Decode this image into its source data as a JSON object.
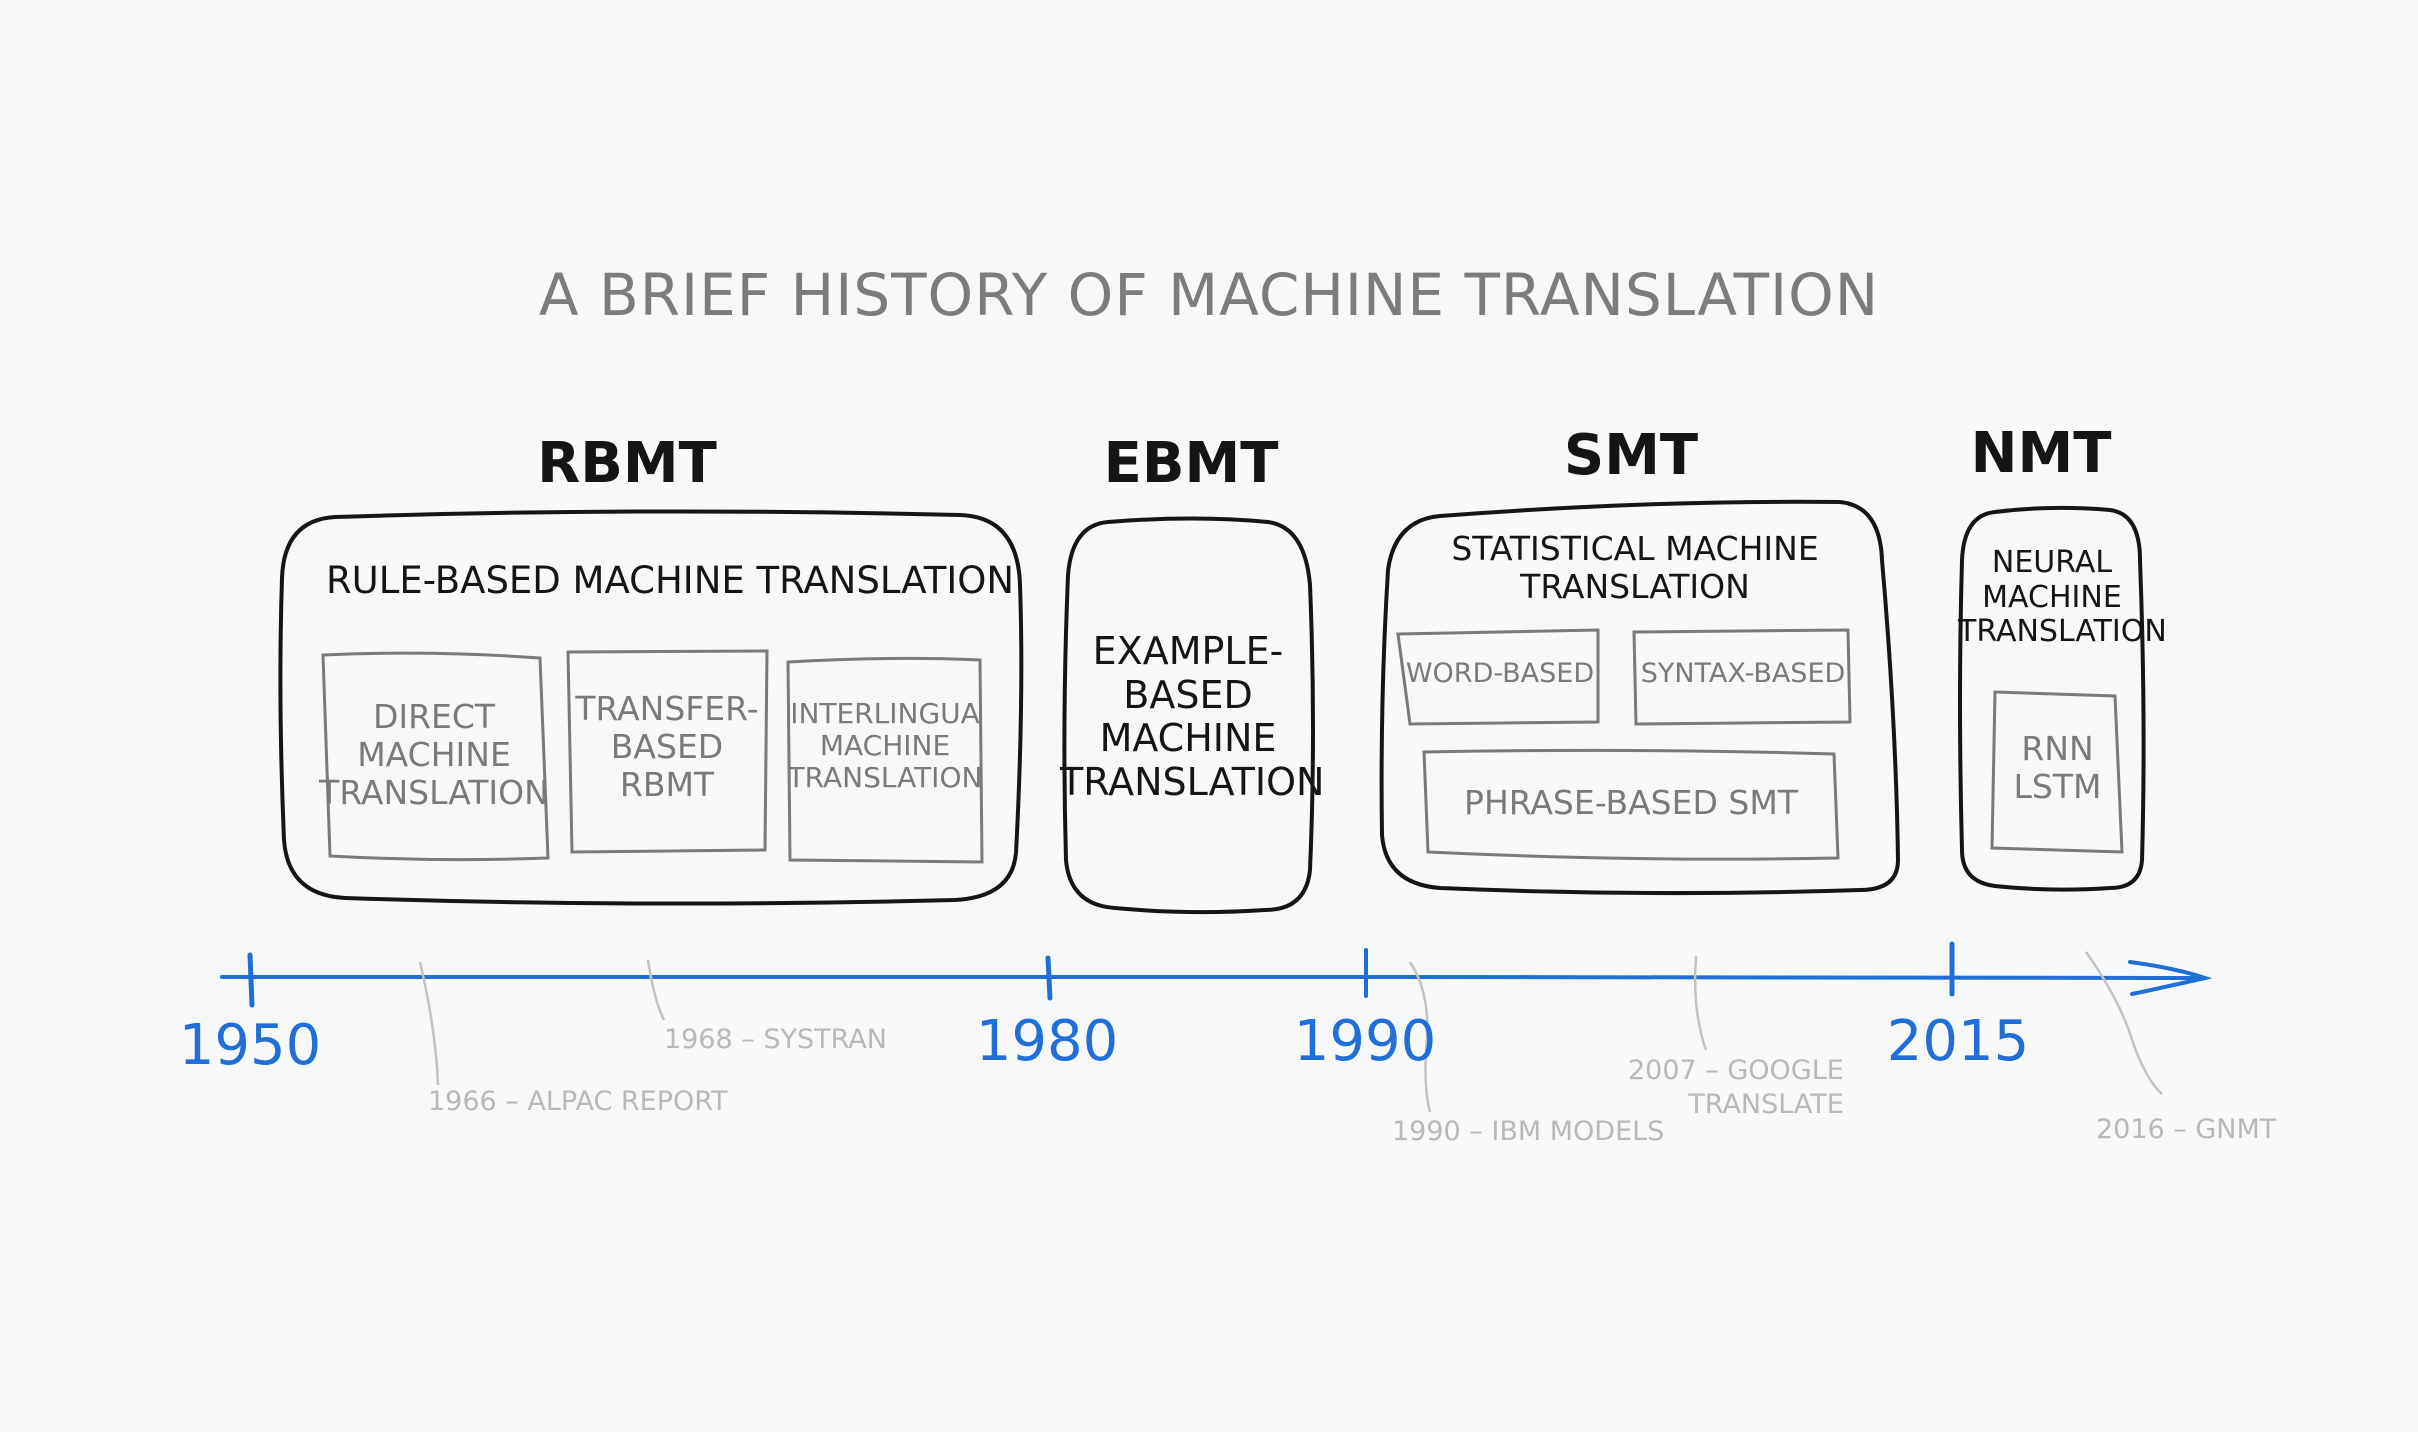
{
  "title": "A BRIEF HISTORY OF MACHINE TRANSLATION",
  "eras": {
    "rbmt": {
      "abbr": "RBMT",
      "name": "RULE-BASED MACHINE TRANSLATION",
      "subtypes": [
        "DIRECT\nMACHINE\nTRANSLATION",
        "TRANSFER-\nBASED\nRBMT",
        "INTERLINGUA\nMACHINE\nTRANSLATION"
      ]
    },
    "ebmt": {
      "abbr": "EBMT",
      "name": "EXAMPLE-\nBASED\nMACHINE\nTRANSLATION"
    },
    "smt": {
      "abbr": "SMT",
      "name": "STATISTICAL MACHINE\nTRANSLATION",
      "subtypes": [
        "WORD-BASED",
        "SYNTAX-BASED",
        "PHRASE-BASED SMT"
      ]
    },
    "nmt": {
      "abbr": "NMT",
      "name": "NEURAL\nMACHINE\nTRANSLATION",
      "subtypes": [
        "RNN\nLSTM"
      ]
    }
  },
  "years": [
    "1950",
    "1980",
    "1990",
    "2015"
  ],
  "events": [
    "1966 – ALPAC REPORT",
    "1968 – SYSTRAN",
    "1990 – IBM MODELS",
    "2007 – GOOGLE\nTRANSLATE",
    "2016 – GNMT"
  ],
  "colors": {
    "timeline": "#1f6fd6",
    "ink": "#151515",
    "grey_box": "#7a7a7a",
    "event_text": "#b8b8b8",
    "background": "#f7f8fa"
  }
}
